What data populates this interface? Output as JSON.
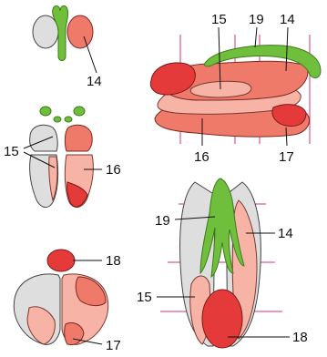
{
  "labels": {
    "top_left_14": "14",
    "mid_left_15": "15",
    "mid_left_16": "16",
    "bot_left_18": "18",
    "bot_left_17": "17",
    "right_top_15": "15",
    "right_top_19": "19",
    "right_top_14": "14",
    "right_top_16": "16",
    "right_top_17": "17",
    "right_bot_19": "19",
    "right_bot_14": "14",
    "right_bot_15": "15",
    "right_bot_18": "18"
  },
  "colors": {
    "green": "#6fbe3c",
    "red_dark": "#e53a3a",
    "red_mid": "#ef7a6a",
    "red_light": "#f6b3a6",
    "grey": "#dedede",
    "guide_line": "#d6307a"
  }
}
